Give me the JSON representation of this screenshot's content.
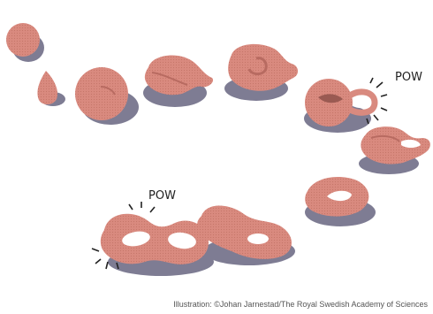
{
  "colors": {
    "blob": "#d98a7f",
    "blob_dark": "#b86b61",
    "shadow": "#7e7c93",
    "line": "#222222",
    "hole": "#ffffff"
  },
  "labels": {
    "pow_top": "POW",
    "pow_bottom": "POW"
  },
  "credit": "Illustration: ©Johan Jarnestad/The Royal Swedish Academy of Sciences"
}
